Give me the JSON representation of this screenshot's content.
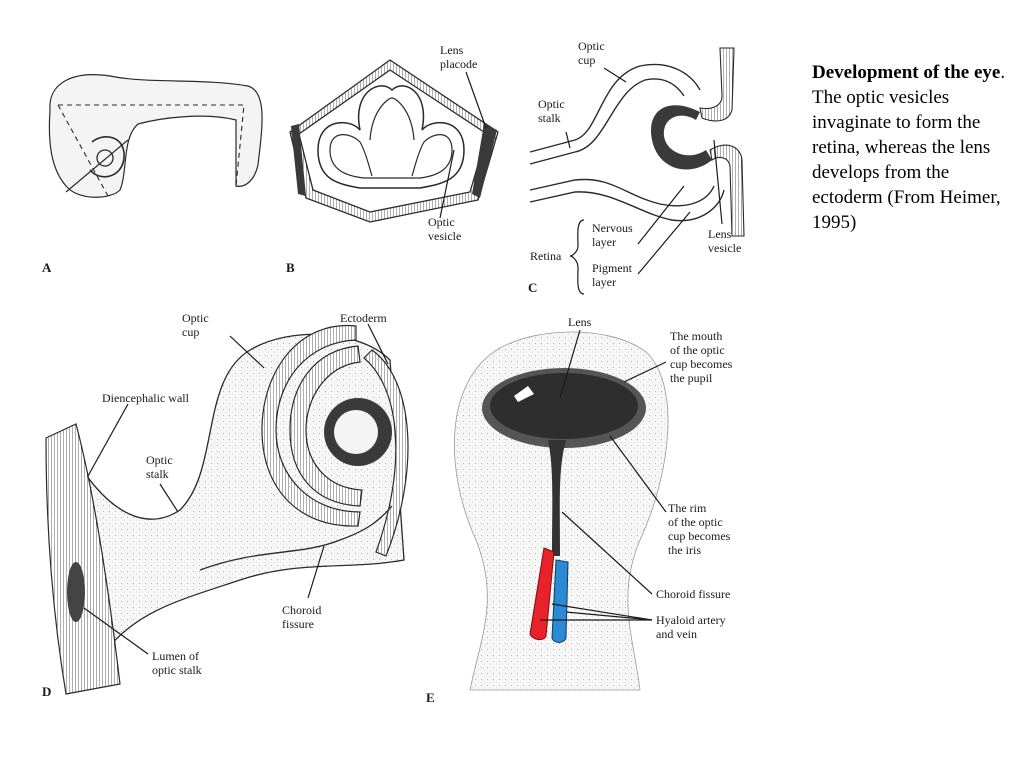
{
  "caption": {
    "title": "Development of the eye",
    "body": ". The optic vesicles invaginate to form the retina, whereas the lens develops from the ectoderm (From Heimer, 1995)"
  },
  "panels": {
    "A": {
      "letter": "A"
    },
    "B": {
      "letter": "B",
      "lens_placode": [
        "Lens",
        "placode"
      ],
      "optic_vesicle": [
        "Optic",
        "vesicle"
      ]
    },
    "C": {
      "letter": "C",
      "optic_cup": [
        "Optic",
        "cup"
      ],
      "optic_stalk": [
        "Optic",
        "stalk"
      ],
      "retina": "Retina",
      "nervous_layer": [
        "Nervous",
        "layer"
      ],
      "pigment_layer": [
        "Pigment",
        "layer"
      ],
      "lens_vesicle": [
        "Lens",
        "vesicle"
      ]
    },
    "D": {
      "letter": "D",
      "optic_cup": [
        "Optic",
        "cup"
      ],
      "ectoderm": "Ectoderm",
      "diencephalic_wall": "Diencephalic wall",
      "optic_stalk": [
        "Optic",
        "stalk"
      ],
      "choroid_fissure": [
        "Choroid",
        "fissure"
      ],
      "lumen": [
        "Lumen of",
        "optic stalk"
      ]
    },
    "E": {
      "letter": "E",
      "lens": "Lens",
      "mouth": [
        "The mouth",
        "of the optic",
        "cup becomes",
        "the pupil"
      ],
      "rim": [
        "The rim",
        "of the optic",
        "cup becomes",
        "the iris"
      ],
      "choroid_fissure": "Choroid fissure",
      "hyaloid": [
        "Hyaloid artery",
        "and vein"
      ]
    }
  },
  "colors": {
    "artery": "#e8222a",
    "vein": "#2a8ad4",
    "pigment": "#3a3a3a",
    "lens": "#2e2e2e"
  }
}
